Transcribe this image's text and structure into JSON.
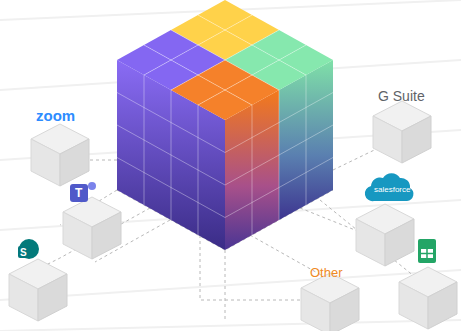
{
  "diagram": {
    "labels": [
      "zoom",
      "T",
      "S",
      "G Suite",
      "salesforce",
      "Other"
    ]
  }
}
